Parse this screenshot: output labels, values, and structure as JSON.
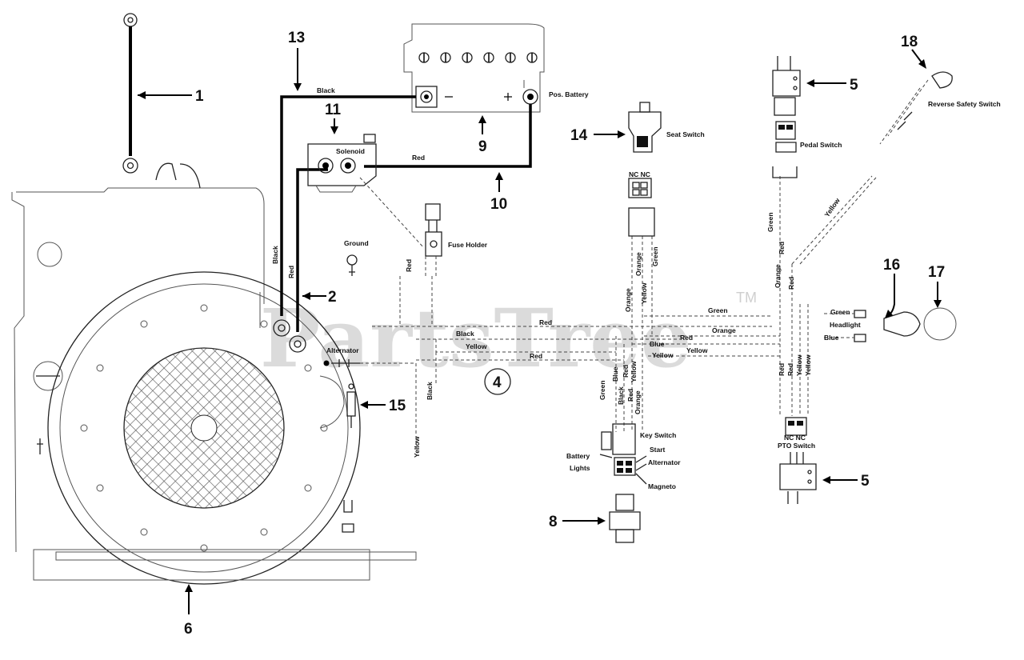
{
  "watermark": {
    "text": "PartsTree",
    "trademark": "TM"
  },
  "callouts": {
    "n1": "1",
    "n2": "2",
    "n4": "4",
    "n5a": "5",
    "n5b": "5",
    "n6": "6",
    "n8": "8",
    "n9": "9",
    "n10": "10",
    "n11": "11",
    "n13": "13",
    "n14": "14",
    "n15": "15",
    "n16": "16",
    "n17": "17",
    "n18": "18"
  },
  "labels": {
    "pos_battery": "Pos. Battery",
    "solenoid": "Solenoid",
    "fuse_holder": "Fuse Holder",
    "ground": "Ground",
    "alternator": "Alternator",
    "seat_switch": "Seat Switch",
    "pedal_switch": "Pedal Switch",
    "reverse_safety_switch": "Reverse Safety Switch",
    "headlight": "Headlight",
    "key_switch": "Key Switch",
    "ks_battery": "Battery",
    "ks_lights": "Lights",
    "ks_start": "Start",
    "ks_alternator": "Alternator",
    "ks_magneto": "Magneto",
    "pto_switch": "PTO Switch",
    "nc_seat": "NC NC",
    "nc_pto": "NC NC"
  },
  "wire_labels": {
    "black_top": "Black",
    "red_solenoid": "Red",
    "black_vertical": "Black",
    "red_vertical": "Red",
    "red_fuse": "Red",
    "red_harness": "Red",
    "black_harness": "Black",
    "yellow_harness": "Yellow",
    "red_harness2": "Red",
    "black_lower": "Black",
    "yellow_lower": "Yellow",
    "orange_seat": "Orange",
    "green_seat": "Green",
    "yellow_seat": "Yellow",
    "orange_seat2": "Orange",
    "green_right": "Green",
    "orange_right": "Orange",
    "red_right": "Red",
    "blue_right": "Blue",
    "yellow_right": "Yellow",
    "green_key": "Green",
    "blue_key": "Blue",
    "yellow_key": "Yellow",
    "black_key": "Black",
    "red_key": "Red",
    "red_key2": "Red",
    "orange_key": "Orange",
    "green_pedal": "Green",
    "red_pedal": "Red",
    "yellow_reverse": "Yellow",
    "orange_pedal": "Orange",
    "red_pedal2": "Red",
    "red_pto": "Red",
    "red_pto2": "Red",
    "yellow_pto": "Yellow",
    "yellow_pto2": "Yellow",
    "green_lamp": "Green",
    "blue_lamp": "Blue"
  }
}
